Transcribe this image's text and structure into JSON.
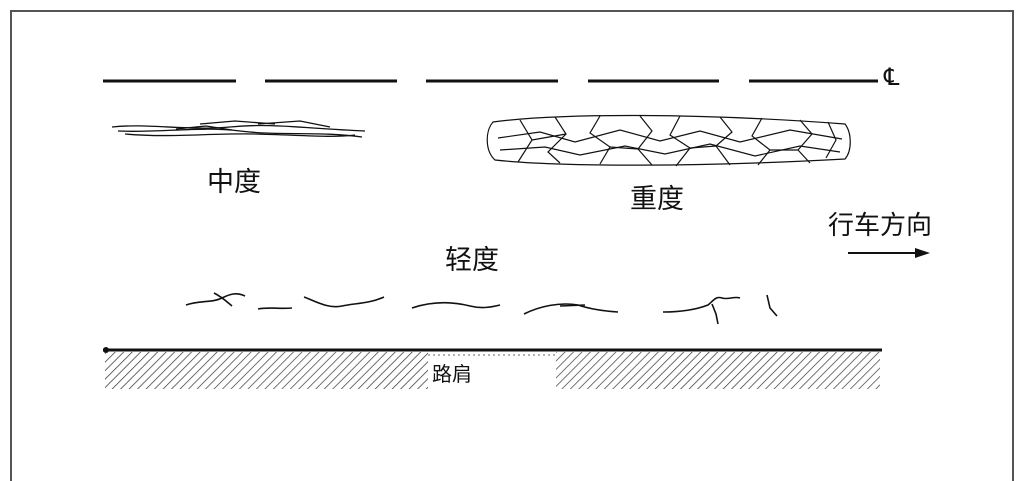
{
  "labels": {
    "moderate": "中度",
    "severe": "重度",
    "slight": "轻度",
    "travel_direction": "行车方向",
    "shoulder": "路肩",
    "centerline_symbol": "℄"
  }
}
